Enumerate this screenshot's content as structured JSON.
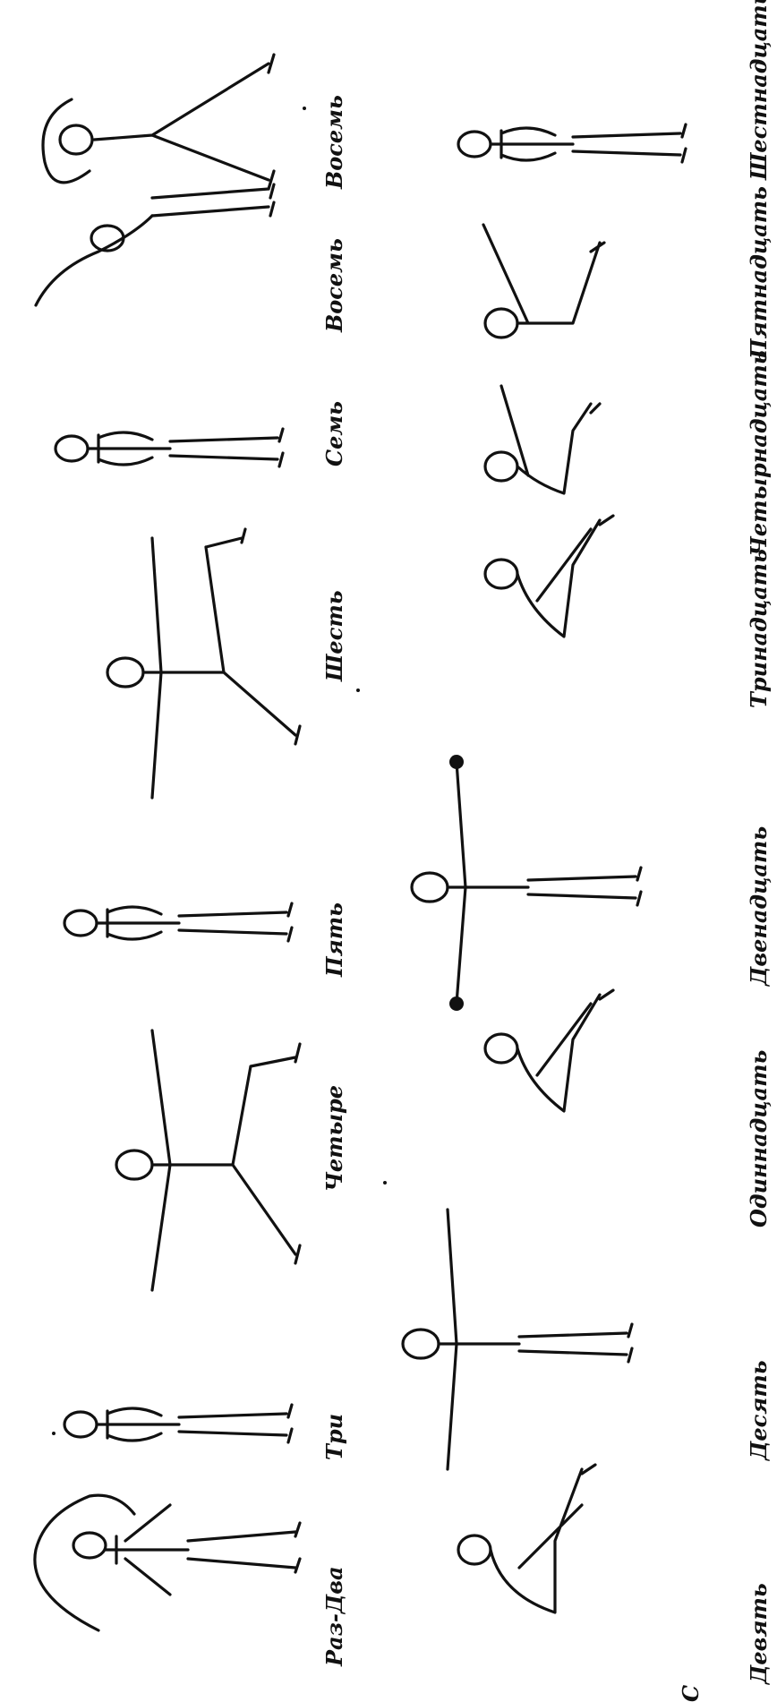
{
  "labels": {
    "top_row": [
      "Раз-Два",
      "Три",
      "Четыре",
      "Пять",
      "Шесть",
      "Семь",
      "Восемь",
      "Восемь"
    ],
    "bottom_row": [
      "Девять",
      "Десять",
      "Одиннадцать",
      "Двенадцать",
      "Тринадцать",
      "Четырнадцать",
      "Пятнадцать",
      "Шестнадцать"
    ]
  },
  "glyph_corner": "С"
}
